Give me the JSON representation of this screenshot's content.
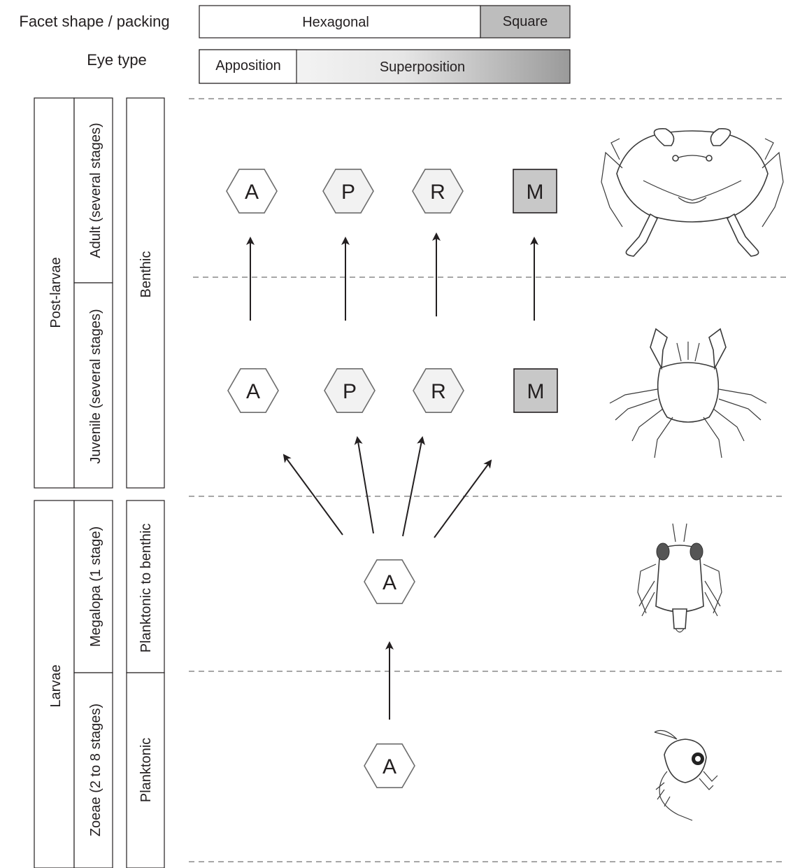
{
  "header": {
    "facet_label": "Facet shape / packing",
    "facet_segments": [
      "Hexagonal",
      "Square"
    ],
    "eye_label": "Eye type",
    "eye_segments": [
      "Apposition",
      "Superposition"
    ]
  },
  "stage_groups": [
    "Post-larvae",
    "Larvae"
  ],
  "stages": [
    "Adult (several stages)",
    "Juvenile (several stages)",
    "Megalopa (1 stage)",
    "Zoeae (2 to 8 stages)"
  ],
  "habitats": [
    "Benthic",
    "Planktonic to benthic",
    "Planktonic"
  ],
  "nodes": {
    "adult": [
      "A",
      "P",
      "R",
      "M"
    ],
    "juvenile": [
      "A",
      "P",
      "R",
      "M"
    ],
    "megalopa": "A",
    "zoea": "A"
  },
  "colors": {
    "hex_white": "#ffffff",
    "hex_light": "#f2f2f2",
    "square_gray": "#c8c8c8",
    "square_segment": "#bdbdbd",
    "superposition_gradient_end": "#9a9a9a"
  },
  "illustrations": [
    "adult-crab",
    "juvenile-crab",
    "megalopa-larva",
    "zoea-larva"
  ]
}
